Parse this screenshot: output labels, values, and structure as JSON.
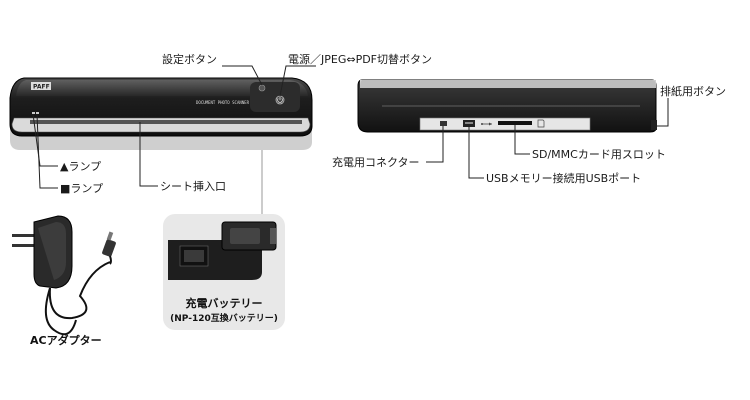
{
  "labels": {
    "settings_button": "設定ボタン",
    "power_button": "電源／JPEG⇔PDF切替ボタン",
    "eject_button": "排紙用ボタン",
    "triangle_lamp": "▲ランプ",
    "square_lamp": "■ランプ",
    "sheet_slot": "シート挿入口",
    "charge_connector": "充電用コネクター",
    "usb_port": "USBメモリー接続用USBポート",
    "card_slot": "SD/MMCカード用スロット",
    "ac_adapter": "ACアダプター",
    "battery_title": "充電バッテリー",
    "battery_subtitle": "(NP-120互換バッテリー)"
  },
  "device": {
    "logo_text": "PAFF",
    "model_text": "DOCUMENT PHOTO SCANNER"
  },
  "colors": {
    "body_dark": "#1c1c1c",
    "body_mid": "#3a3a3a",
    "callout_bg": "#e8e8e8",
    "leader": "#222222"
  },
  "icons": {
    "usb": "usb-icon",
    "card": "card-icon",
    "power": "power-icon"
  }
}
